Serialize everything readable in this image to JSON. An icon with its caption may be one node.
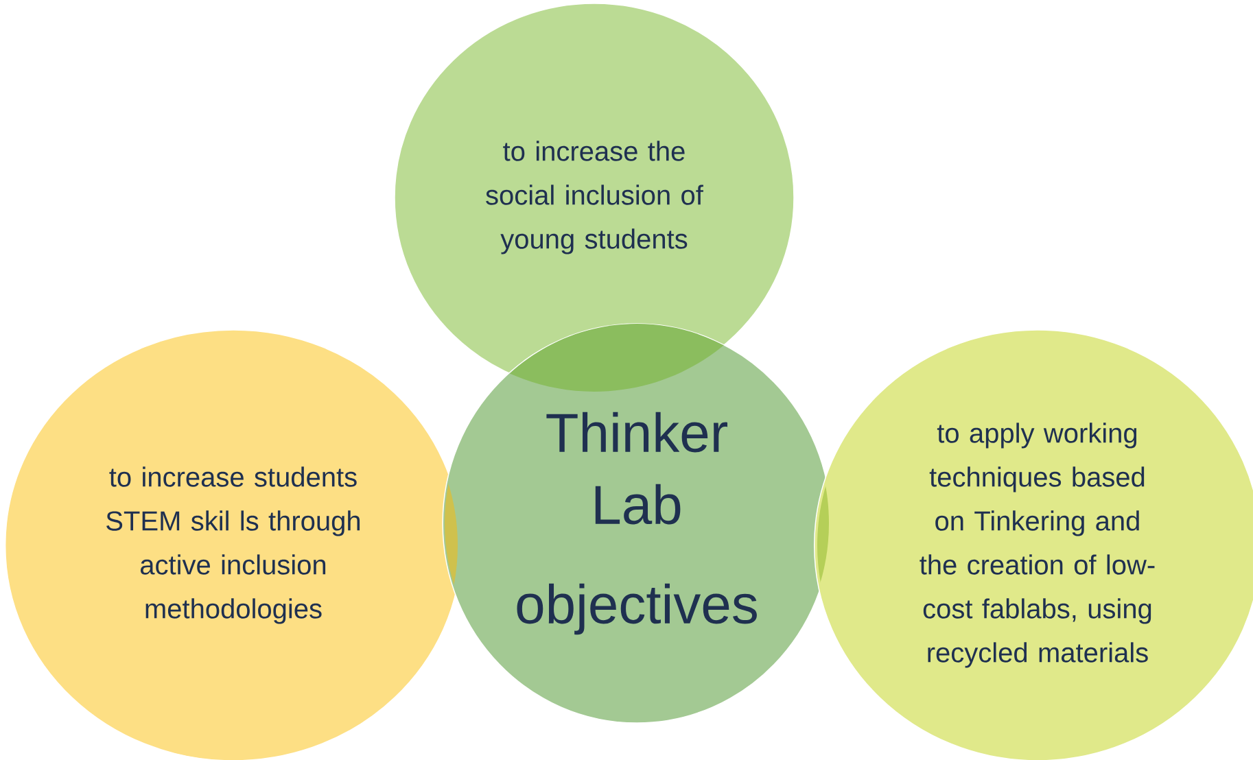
{
  "diagram": {
    "nodes": [
      {
        "text": [
          "to increase the social inclusion of young students"
        ]
      },
      {
        "text": [
          "to increase students STEM skil ls through active inclusion methodologies"
        ]
      },
      {
        "text": [
          "Thinker Lab",
          "objectives"
        ]
      },
      {
        "text": [
          "to apply working techniques based on Tinkering and the creation of low-cost fablabs, using recycled materials"
        ]
      }
    ]
  }
}
